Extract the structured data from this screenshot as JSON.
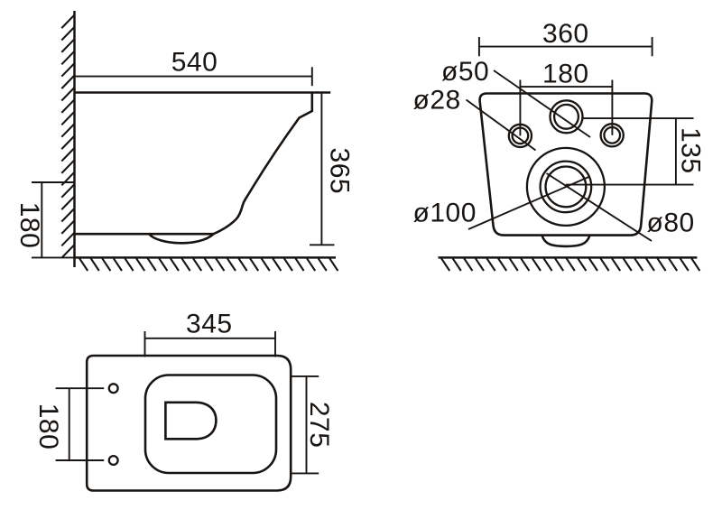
{
  "drawing": {
    "type": "technical-dimension-drawing",
    "subject": "wall-hung toilet installation dimensions",
    "units": "mm",
    "ink_color": "#181412",
    "background_color": "#ffffff",
    "views": {
      "side": {
        "name": "side elevation view",
        "dims": {
          "depth": "540",
          "height": "365",
          "outlet_height": "180"
        }
      },
      "rear": {
        "name": "rear view",
        "dims": {
          "width": "360",
          "fixing_hole_spacing": "180",
          "inlet_drop": "135",
          "water_inlet_diameter": "ø50",
          "fixing_hole_diameter": "ø28",
          "flush_connection_diameter": "ø100",
          "outlet_diameter": "ø80"
        }
      },
      "plan": {
        "name": "plan (top) view",
        "dims": {
          "seat_width": "345",
          "seat_depth": "275",
          "hinge_hole_spacing": "180"
        }
      }
    }
  }
}
